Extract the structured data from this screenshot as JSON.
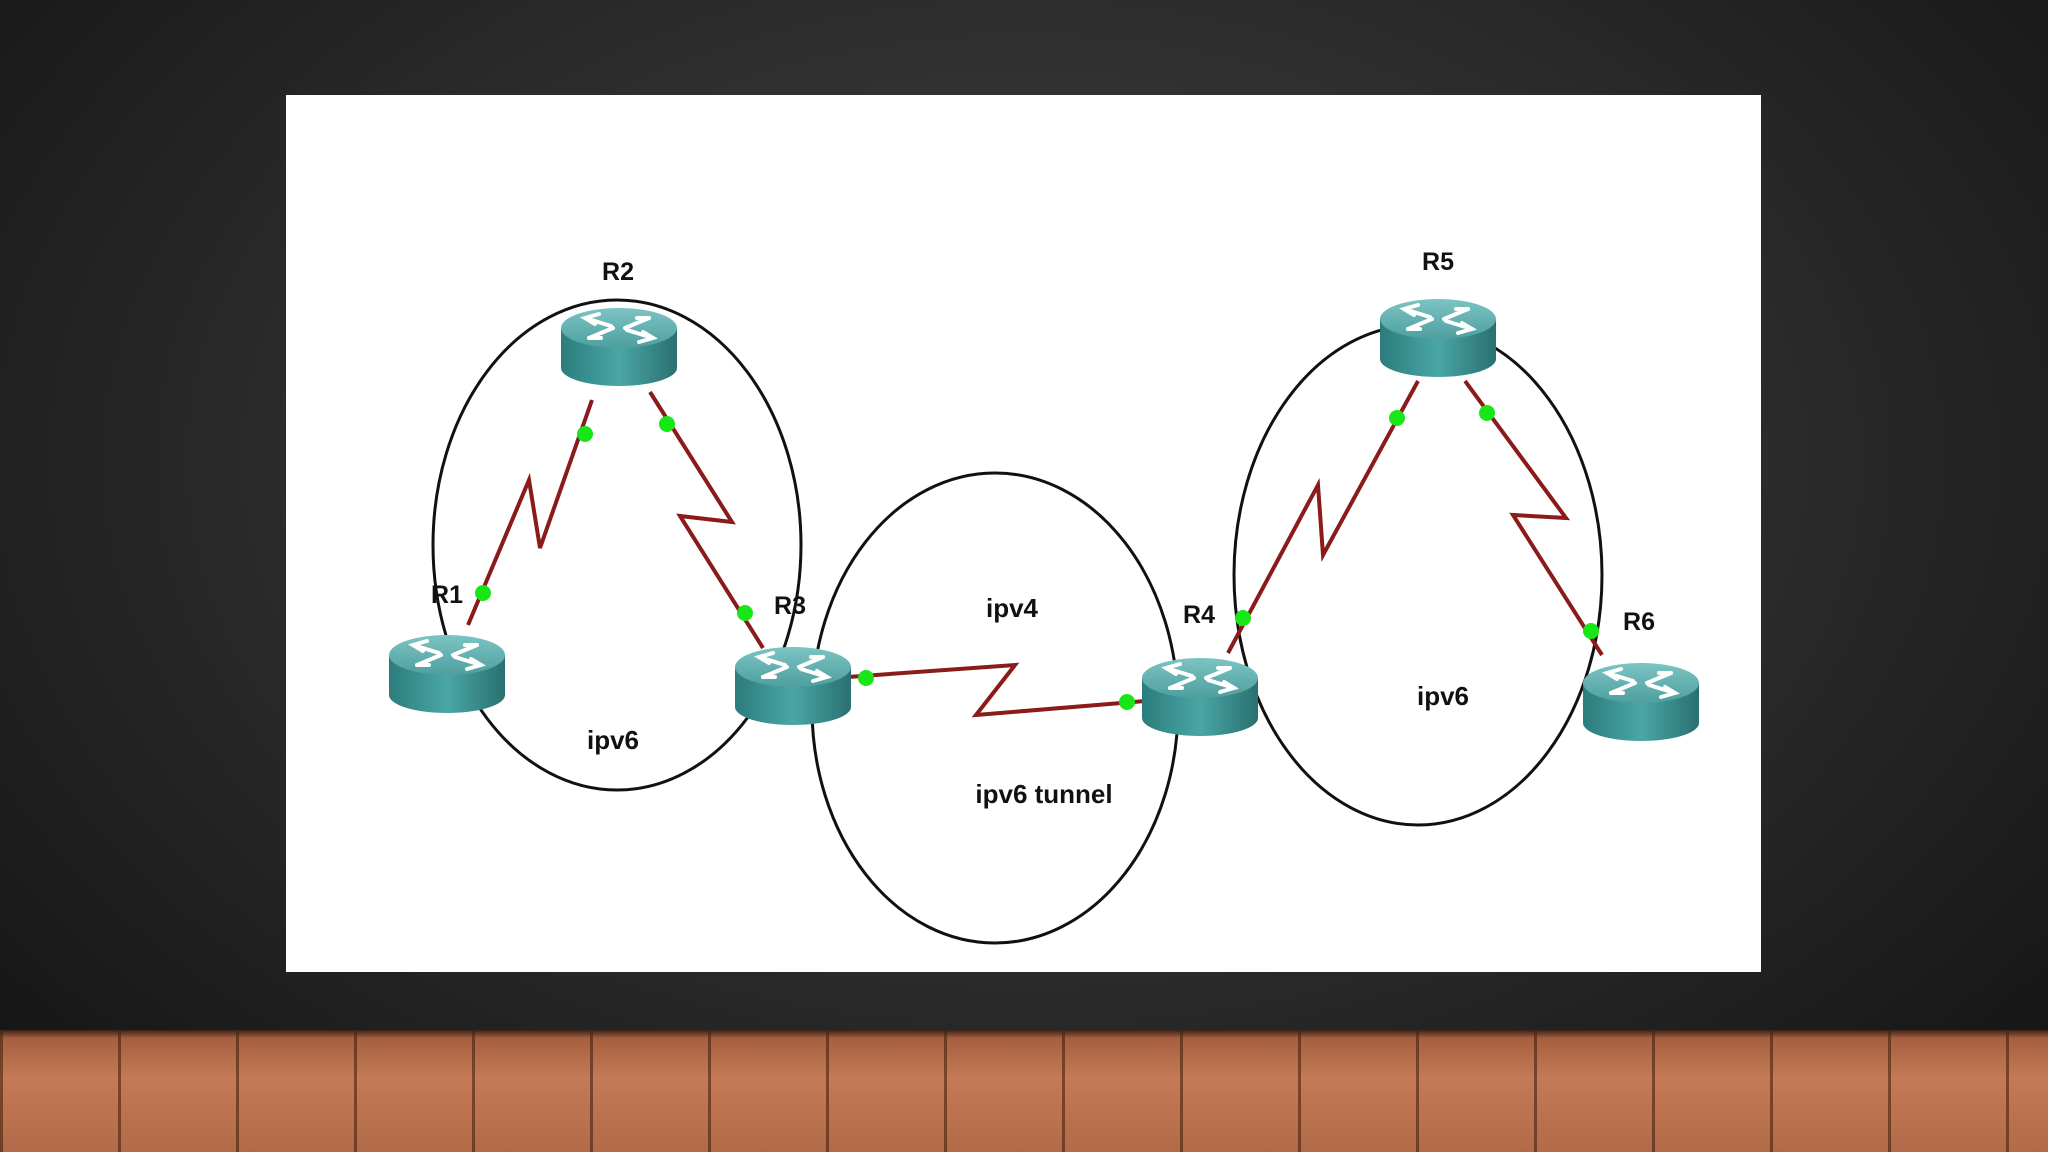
{
  "diagram": {
    "routers": [
      {
        "id": "R1",
        "label": "R1"
      },
      {
        "id": "R2",
        "label": "R2"
      },
      {
        "id": "R3",
        "label": "R3"
      },
      {
        "id": "R4",
        "label": "R4"
      },
      {
        "id": "R5",
        "label": "R5"
      },
      {
        "id": "R6",
        "label": "R6"
      }
    ],
    "regions": {
      "left": "ipv6",
      "middle_top": "ipv4",
      "middle_bottom": "ipv6 tunnel",
      "right": "ipv6"
    },
    "colors": {
      "router_body": "#3f9a9a",
      "serial_link": "#8b1a1a",
      "port_dot": "#19e619",
      "boundary": "#111111"
    }
  }
}
